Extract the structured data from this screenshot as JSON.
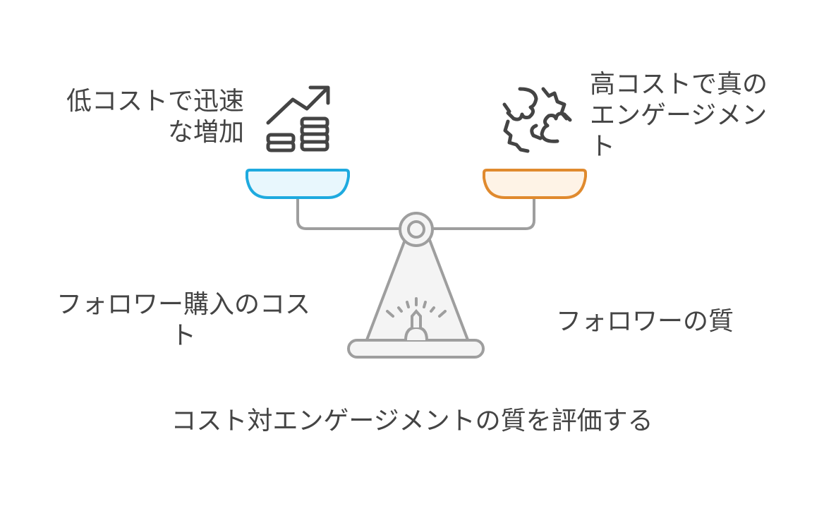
{
  "diagram": {
    "title": "コスト対エンゲージメントの質を評価する",
    "left_side": {
      "top_label": "低コストで迅速\nな増加",
      "bottom_label": "フォロワー購入のコス\nト",
      "icon": "growth-chart-coins-icon",
      "pan_color": "#1EAADF",
      "pan_fill": "#E8F7FD"
    },
    "right_side": {
      "top_label": "高コストで真の\nエンゲージメン\nト",
      "bottom_label": "フォロワーの質",
      "icon": "handshake-icon",
      "pan_color": "#E08A2E",
      "pan_fill": "#FEF3E6"
    },
    "scale": {
      "stroke_color": "#9E9E9E",
      "fill_color": "#F4F4F4",
      "icon": "balance-scale-icon"
    }
  }
}
